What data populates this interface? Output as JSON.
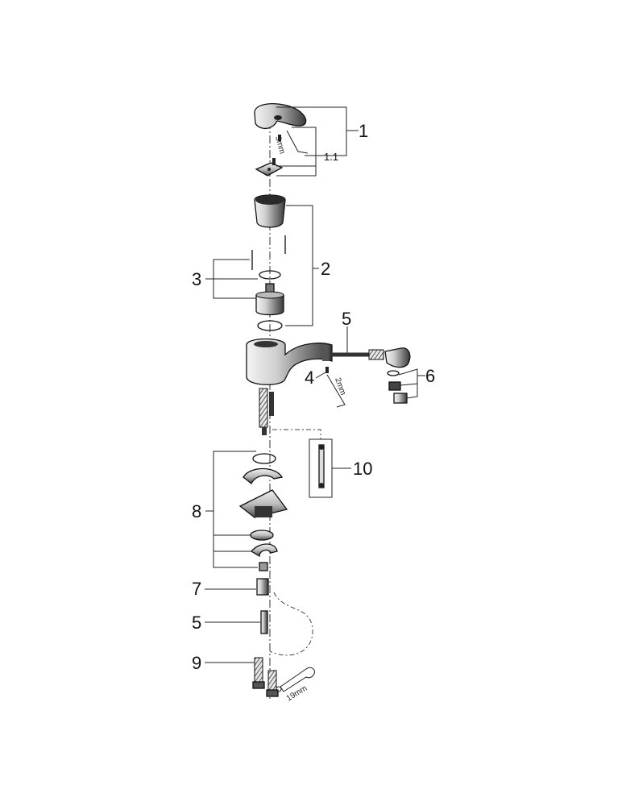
{
  "labels": {
    "handle_set": "1",
    "handle_sub": "1.1",
    "cartridge_cover": "2",
    "cartridge_set": "3",
    "hex_key": "4",
    "hose_top": "5",
    "hose_bottom": "5",
    "aerator_set": "6",
    "nut": "7",
    "mounting_set": "8",
    "studs": "9",
    "clip": "10"
  },
  "tool_sizes": {
    "handle_key": "3mm",
    "spout_key": "2mm",
    "wrench": "19mm"
  }
}
